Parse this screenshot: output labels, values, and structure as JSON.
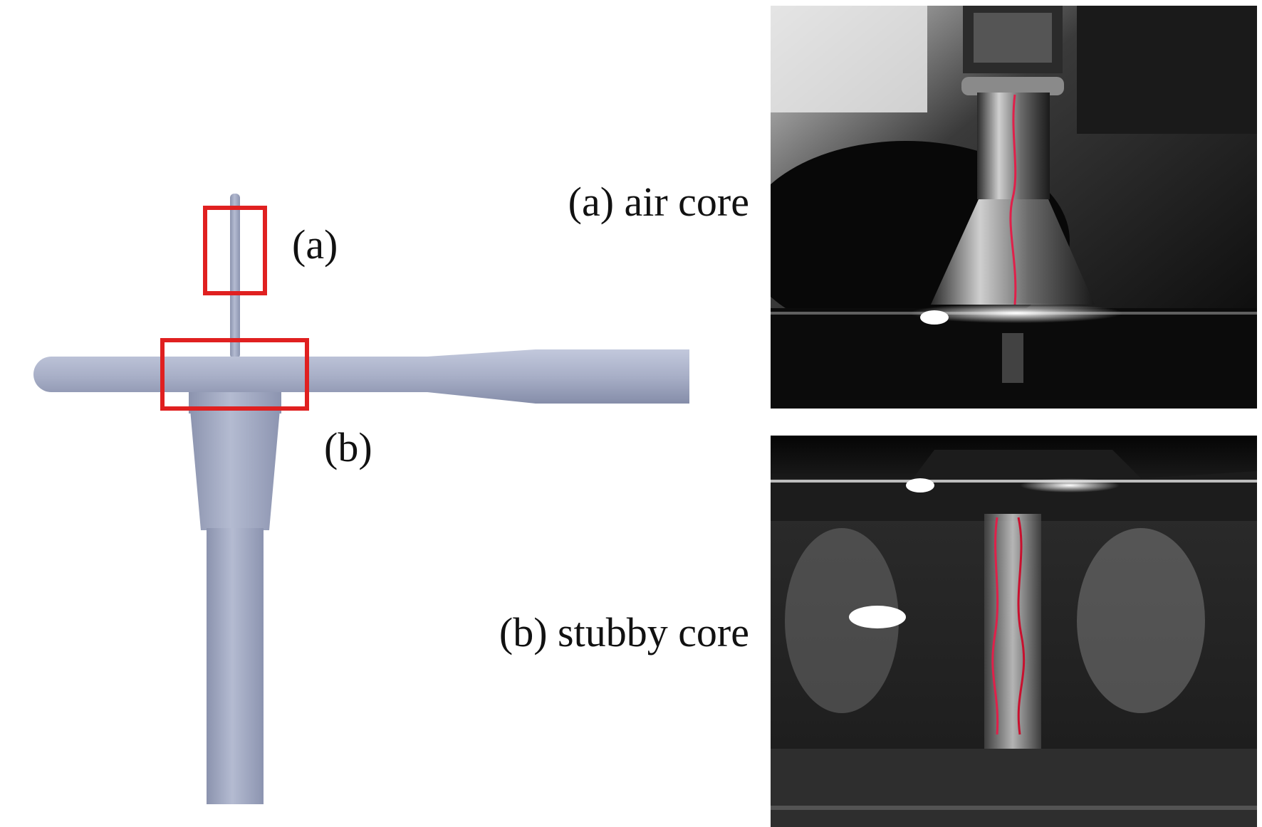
{
  "figure": {
    "schematic_labels": {
      "a": "(a)",
      "b": "(b)"
    },
    "photo_labels": {
      "a": "(a) air core",
      "b": "(b) stubby core"
    },
    "colors": {
      "model_body": "#a7aec6",
      "model_shadow": "#7f87a3",
      "highlight_box": "#e02020",
      "core_trace": "#e0204a",
      "label_text": "#111111"
    }
  }
}
